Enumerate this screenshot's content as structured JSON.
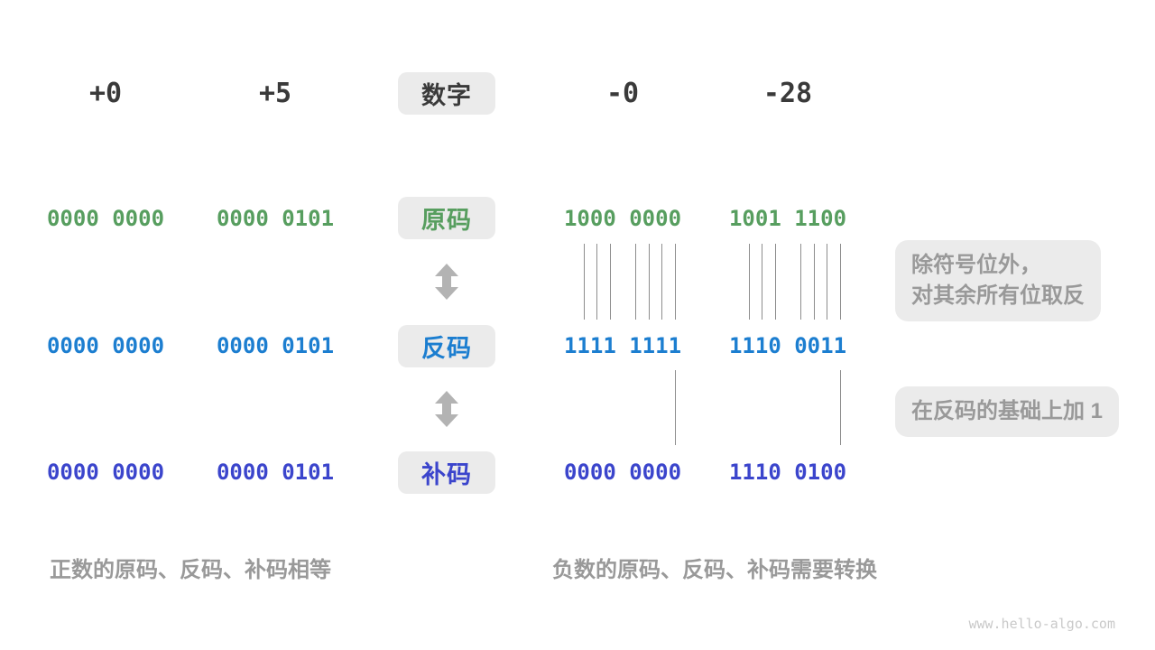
{
  "palette": {
    "text_dark": "#3a3a3a",
    "gray_note": "#999999",
    "box_bg": "#ebebeb",
    "tick_line": "#8d8d8d",
    "arrow_gray": "#b3b3b3",
    "green_sign_magnitude": "#579e5f",
    "blue_ones_complement": "#1c7ed0",
    "indigo_twos_complement": "#3b45cc",
    "watermark_gray": "#c9c9c9"
  },
  "header": {
    "label": "数字",
    "values": [
      "+0",
      "+5",
      "-0",
      "-28"
    ]
  },
  "rows": [
    {
      "label": "原码",
      "color": "#579e5f",
      "values": [
        "0000 0000",
        "0000 0101",
        "1000 0000",
        "1001 1100"
      ]
    },
    {
      "label": "反码",
      "color": "#1c7ed0",
      "values": [
        "0000 0000",
        "0000 0101",
        "1111 1111",
        "1110 0011"
      ]
    },
    {
      "label": "补码",
      "color": "#3b45cc",
      "values": [
        "0000 0000",
        "0000 0101",
        "0000 0000",
        "1110 0100"
      ]
    }
  ],
  "annotations": {
    "flip_note": "除符号位外，\n对其余所有位取反",
    "add_one_note": "在反码的基础上加 1"
  },
  "captions": {
    "positive": "正数的原码、反码、补码相等",
    "negative": "负数的原码、反码、补码需要转换"
  },
  "watermark": "www.hello-algo.com"
}
